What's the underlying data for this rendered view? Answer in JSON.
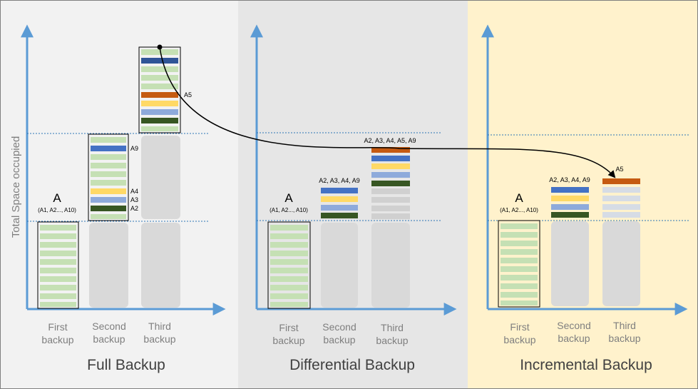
{
  "y_axis_label": "Total Space occupied",
  "colors": {
    "panel_full_bg": "#f2f2f2",
    "panel_diff_bg": "#e6e6e6",
    "panel_inc_bg": "#fff2cc",
    "axis": "#5b9bd5",
    "grey_block": "#d9d9d9",
    "stripe_green": "#c5e0b4",
    "stripe_blue": "#4472c4",
    "stripe_yellow": "#ffd966",
    "stripe_lightblue": "#8eaadb",
    "stripe_darkgreen": "#375623",
    "stripe_orange": "#c55a11",
    "stripe_grey": "#d0d0d0",
    "stripe_paleblue": "#d6dce5"
  },
  "panels": [
    {
      "title": "Full Backup",
      "x_labels": [
        "First\nbackup",
        "Second\nbackup",
        "Third\nbackup"
      ],
      "a_label": "A",
      "a_sub": "(A1, A2..., A10)",
      "labels": [
        "A9",
        "A4",
        "A3",
        "A2",
        "A5"
      ]
    },
    {
      "title": "Differential Backup",
      "x_labels": [
        "First\nbackup",
        "Second\nbackup",
        "Third\nbackup"
      ],
      "a_label": "A",
      "a_sub": "(A1, A2..., A10)",
      "labels": [
        "A2, A3, A4, A9",
        "A2, A3, A4, A5, A9"
      ]
    },
    {
      "title": "Incremental Backup",
      "x_labels": [
        "First\nbackup",
        "Second\nbackup",
        "Third\nbackup"
      ],
      "a_label": "A",
      "a_sub": "(A1, A2..., A10)",
      "labels": [
        "A2, A3, A4, A9",
        "A5"
      ]
    }
  ]
}
